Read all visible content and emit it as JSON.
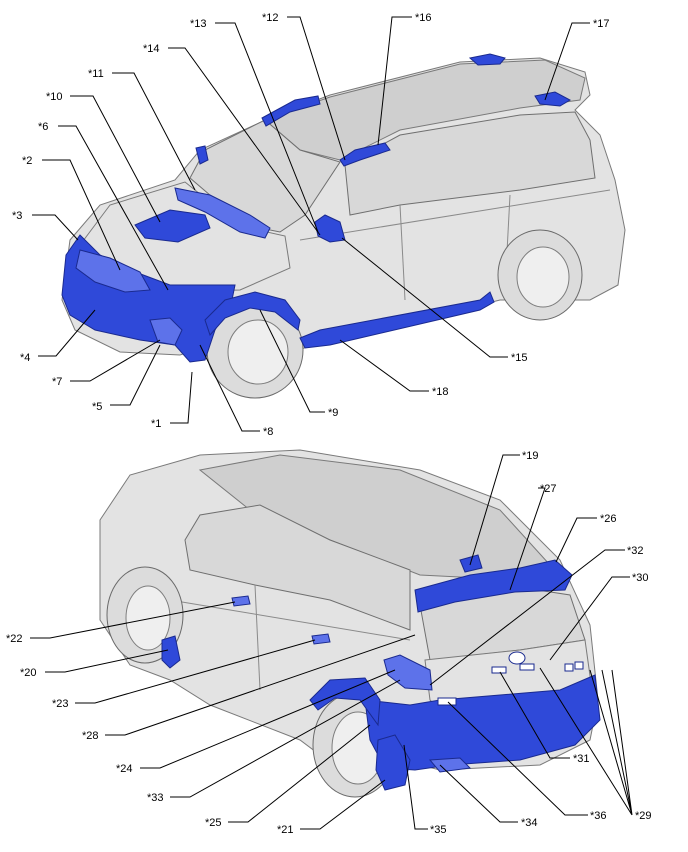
{
  "front_view": {
    "callouts": {
      "c1": "*1",
      "c2": "*2",
      "c3": "*3",
      "c4": "*4",
      "c5": "*5",
      "c6": "*6",
      "c7": "*7",
      "c8": "*8",
      "c9": "*9",
      "c10": "*10",
      "c11": "*11",
      "c12": "*12",
      "c13": "*13",
      "c14": "*14",
      "c15": "*15",
      "c16": "*16",
      "c17": "*17",
      "c18": "*18"
    }
  },
  "rear_view": {
    "callouts": {
      "c19": "*19",
      "c20": "*20",
      "c21": "*21",
      "c22": "*22",
      "c23": "*23",
      "c24": "*24",
      "c25": "*25",
      "c26": "*26",
      "c27": "*27",
      "c28": "*28",
      "c29": "*29",
      "c30": "*30",
      "c31": "*31",
      "c32": "*32",
      "c33": "*33",
      "c34": "*34",
      "c35": "*35",
      "c36": "*36"
    }
  },
  "colors": {
    "highlight": "#2f49d9",
    "vehicle_body": "#e3e3e3",
    "leader_line": "#000000"
  }
}
